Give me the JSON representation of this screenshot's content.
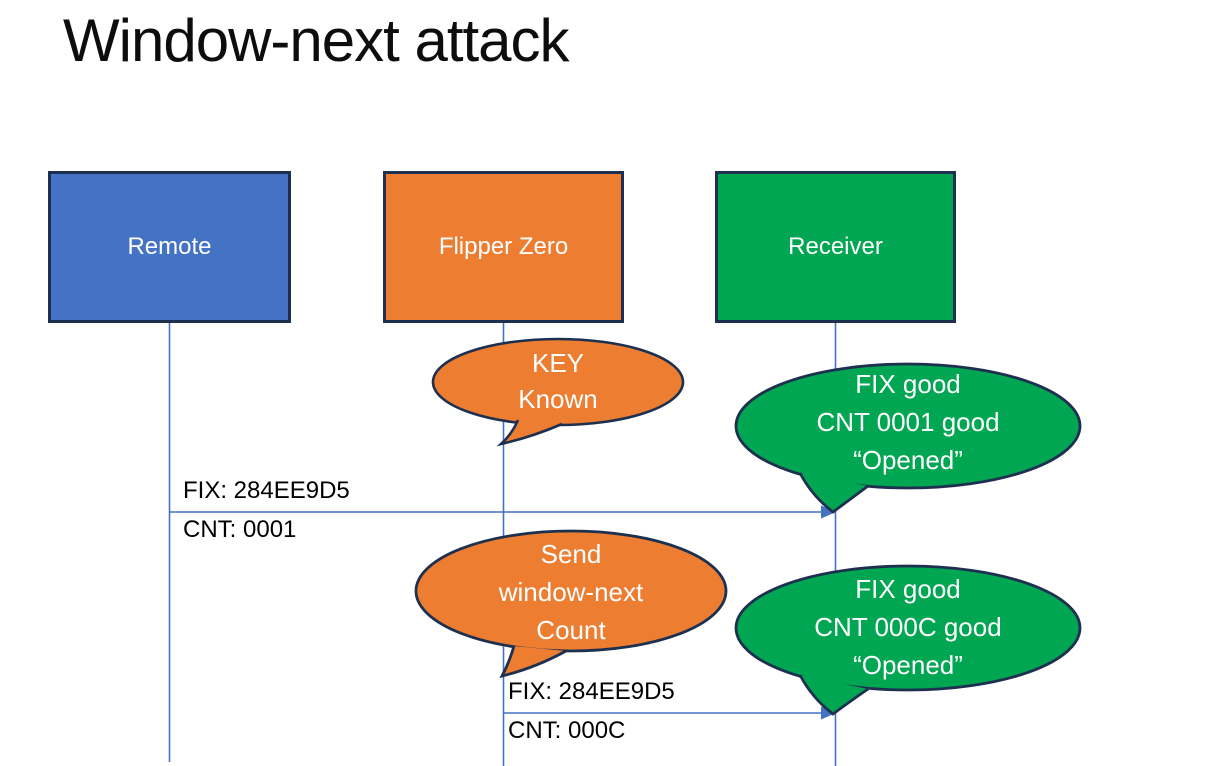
{
  "title": "Window-next attack",
  "colors": {
    "actor_blue": "#4472C4",
    "actor_orange": "#ED7D31",
    "actor_green": "#00A651",
    "outline_navy": "#1E3050",
    "connector_blue": "#4472C4",
    "text_white": "#FFFFFF",
    "text_black": "#000000"
  },
  "actors": [
    {
      "id": "remote",
      "label": "Remote"
    },
    {
      "id": "flipper",
      "label": "Flipper Zero"
    },
    {
      "id": "receiver",
      "label": "Receiver"
    }
  ],
  "callouts": [
    {
      "id": "key-known",
      "speaker": "Flipper Zero",
      "lines": [
        "KEY",
        "Known"
      ]
    },
    {
      "id": "opened-first",
      "speaker": "Receiver",
      "lines": [
        "FIX good",
        "CNT 0001 good",
        "“Opened”"
      ]
    },
    {
      "id": "send-window-next",
      "speaker": "Flipper Zero",
      "lines": [
        "Send",
        "window-next",
        "Count"
      ]
    },
    {
      "id": "opened-second",
      "speaker": "Receiver",
      "lines": [
        "FIX good",
        "CNT 000C good",
        "“Opened”"
      ]
    }
  ],
  "messages": [
    {
      "from": "Remote",
      "to": "Receiver",
      "label_top": "FIX: 284EE9D5",
      "label_bottom": "CNT: 0001"
    },
    {
      "from": "Flipper Zero",
      "to": "Receiver",
      "label_top": "FIX: 284EE9D5",
      "label_bottom": "CNT: 000C"
    }
  ]
}
